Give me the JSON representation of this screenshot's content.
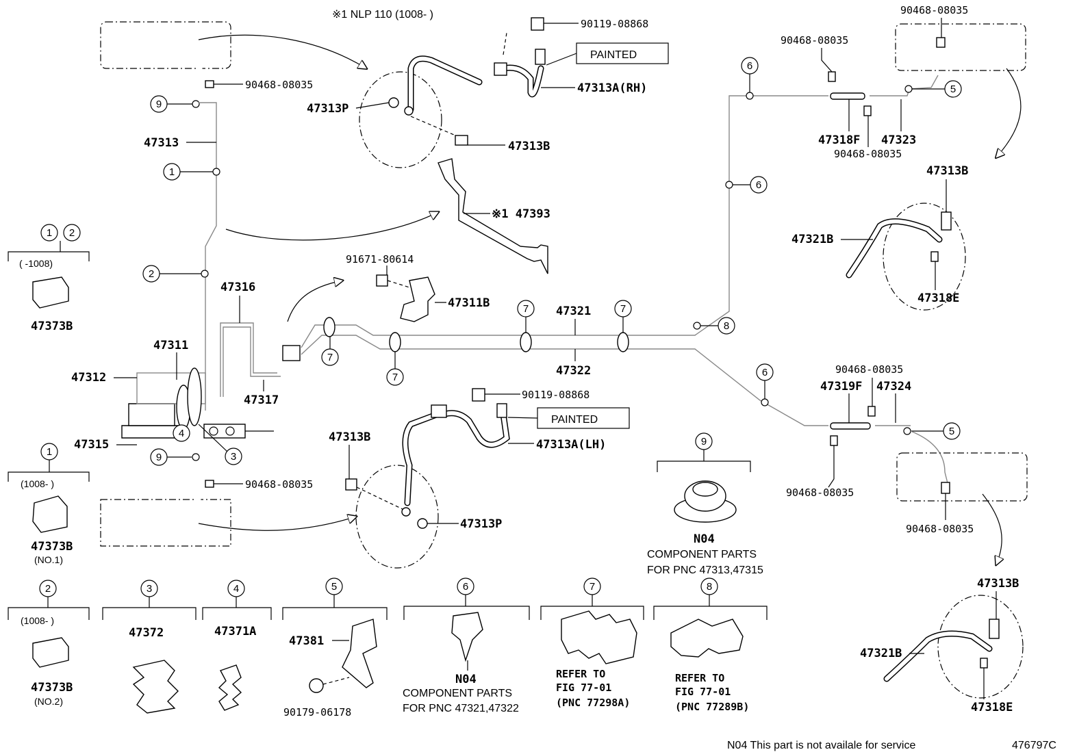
{
  "header_note": "※1 NLP 110 (1008-    )",
  "painted_label": "PAINTED",
  "circle_numbers": [
    "1",
    "2",
    "3",
    "4",
    "5",
    "6",
    "7",
    "8",
    "9"
  ],
  "part_numbers": {
    "p47313": "47313",
    "p47313A_RH": "47313A(RH)",
    "p47313A_LH": "47313A(LH)",
    "p47313P": "47313P",
    "p47313B": "47313B",
    "p47393": "※1 47393",
    "p47316": "47316",
    "p47317": "47317",
    "p47311": "47311",
    "p47311B": "47311B",
    "p47312": "47312",
    "p47315": "47315",
    "p47321": "47321",
    "p47322": "47322",
    "p47318F": "47318F",
    "p47319F": "47319F",
    "p47323": "47323",
    "p47324": "47324",
    "p47321B": "47321B",
    "p47318E": "47318E",
    "p47373B": "47373B",
    "p47372": "47372",
    "p47371A": "47371A",
    "p47381": "47381",
    "c90468": "90468-08035",
    "c90119": "90119-08868",
    "c91671": "91671-80614",
    "c90179": "90179-06178"
  },
  "legend": {
    "g12_date": "(    -1008)",
    "g1_date": "(1008-    )",
    "g2_date": "(1008-    )",
    "no1": "(NO.1)",
    "no2": "(NO.2)",
    "n04": "N04",
    "component_parts": "COMPONENT PARTS",
    "for_pnc_47313": "FOR PNC 47313,47315",
    "for_pnc_47321": "FOR PNC 47321,47322",
    "refer_to": "REFER TO",
    "fig": "FIG 77-01",
    "pnc_77298A": "(PNC 77298A)",
    "pnc_77289B": "(PNC 77289B)"
  },
  "footer": {
    "n04_note": "N04  This part is not availale for service",
    "drawing_id": "476797C"
  }
}
